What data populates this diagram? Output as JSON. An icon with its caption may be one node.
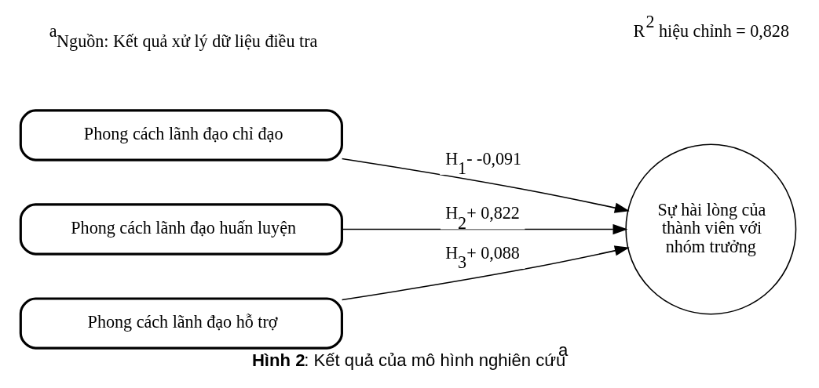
{
  "diagram": {
    "caption": "**Hình 2**: Kết quả của mô hình nghiên cứu$^{a}$",
    "nodes": [
      {
        "text": [
          "Phong cách lãnh đạo chỉ đạo"
        ]
      },
      {
        "text": [
          "Phong cách lãnh đạo huấn luyện"
        ]
      },
      {
        "text": [
          "Phong cách lãnh đạo hỗ trợ"
        ]
      },
      {
        "text": [
          "Sự hài lòng của thành viên với nhóm trưởng"
        ]
      }
    ],
    "edges": [
      {
        "from": 0,
        "to": 3,
        "arrow": "to",
        "label": "H$_{1}$- -0,091"
      },
      {
        "from": 1,
        "to": 3,
        "arrow": "to",
        "label": "H$_{2}$+ 0,822"
      },
      {
        "from": 2,
        "to": 3,
        "arrow": "to",
        "label": "H$_{3}$+ 0,088"
      }
    ],
    "labels": [
      "R$^{2}$ hiệu chỉnh = 0,828",
      "$^{a}$Nguồn: Kết quả xử lý dữ liệu điều tra"
    ]
  }
}
